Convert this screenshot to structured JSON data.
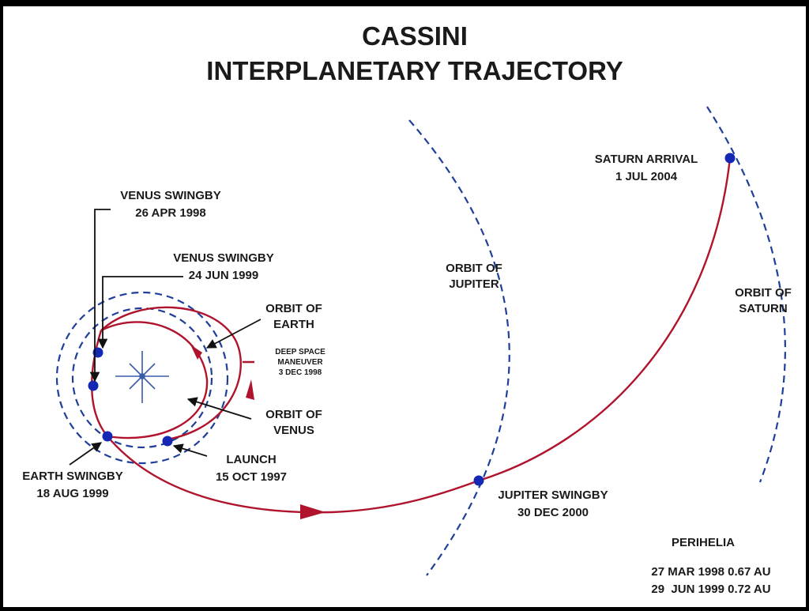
{
  "title": {
    "line1": "CASSINI",
    "line2": "INTERPLANETARY TRAJECTORY"
  },
  "labels": {
    "venus_swingby_1": {
      "line1": "VENUS SWINGBY",
      "line2": "26 APR 1998"
    },
    "venus_swingby_2": {
      "line1": "VENUS SWINGBY",
      "line2": "24 JUN 1999"
    },
    "orbit_earth": {
      "line1": "ORBIT OF",
      "line2": "EARTH"
    },
    "deep_space_maneuver": {
      "line1": "DEEP SPACE",
      "line2": "MANEUVER",
      "line3": "3 DEC 1998"
    },
    "orbit_venus": {
      "line1": "ORBIT OF",
      "line2": "VENUS"
    },
    "launch": {
      "line1": "LAUNCH",
      "line2": "15 OCT 1997"
    },
    "earth_swingby": {
      "line1": "EARTH SWINGBY",
      "line2": "18 AUG 1999"
    },
    "orbit_jupiter": {
      "line1": "ORBIT OF",
      "line2": "JUPITER"
    },
    "jupiter_swingby": {
      "line1": "JUPITER SWINGBY",
      "line2": "30 DEC 2000"
    },
    "saturn_arrival": {
      "line1": "SATURN ARRIVAL",
      "line2": "1 JUL 2004"
    },
    "orbit_saturn": {
      "line1": "ORBIT OF",
      "line2": "SATURN"
    }
  },
  "perihelia": {
    "heading": "PERIHELIA",
    "entries": [
      "27 MAR 1998 0.67 AU",
      "29  JUN 1999 0.72 AU"
    ]
  },
  "colors": {
    "background": "#ffffff",
    "frame": "#000000",
    "trajectory": "#b0142c",
    "orbit_dash": "#1f3f9a",
    "event_dot": "#1428b4",
    "text": "#1a1a1a",
    "sun": "#3a5aa8"
  },
  "icons": {
    "sun": "sun-star-icon"
  }
}
